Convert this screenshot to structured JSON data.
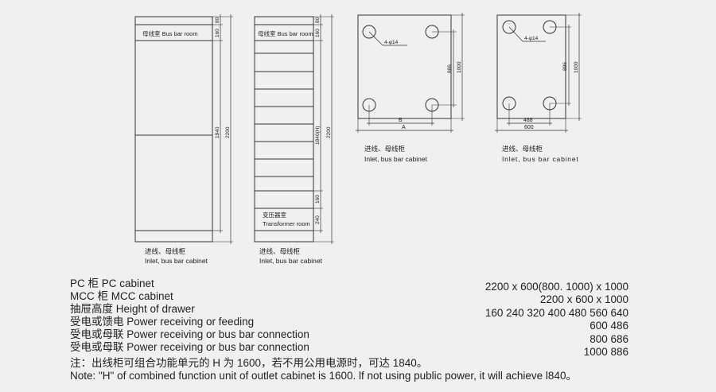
{
  "cabinet1": {
    "room_label": "母线室 Bus bar room",
    "dim_80": "80",
    "dim_160": "160",
    "dim_1840": "1840",
    "dim_2200": "2200",
    "caption_cn": "进线、母线柜",
    "caption_en": "Inlet, bus bar cabinet"
  },
  "cabinet2": {
    "room_label": "母线室 Bus bar room",
    "dim_80": "80",
    "dim_160a": "160",
    "dim_1840h": "1840(H)",
    "dim_2200": "2200",
    "dim_160b": "160",
    "dim_240": "240",
    "transformer_cn": "变压器室",
    "transformer_en": "Transformer room",
    "caption_cn": "进线、母线柜",
    "caption_en": "Inlet, bus bar cabinet"
  },
  "plan1": {
    "hole_label": "4-φ14",
    "dim_886": "886",
    "dim_1000": "1000",
    "dim_b": "B",
    "dim_a": "A",
    "caption_cn": "进线、母线柜",
    "caption_en": "Inlet, bus bar cabinet"
  },
  "plan2": {
    "hole_label": "4-φ14",
    "dim_886": "886",
    "dim_1000": "1000",
    "dim_488": "488",
    "dim_600": "600",
    "caption_cn": "进线、母线柜",
    "caption_en": "Inlet, bus bar cabinet"
  },
  "specs": {
    "left": [
      "PC 柜 PC cabinet",
      "MCC 柜 MCC cabinet",
      "抽屉高度 Height of drawer",
      "受电或馈电 Power receiving or feeding",
      "受电或母联 Power receiving or bus bar connection",
      "受电或母联 Power receiving or bus bar connection"
    ],
    "right": [
      "2200 x 600(800.  1000) x 1000",
      "2200 x 600 x 1000",
      "160 240 320 400 480 560   640",
      "600   486",
      "800   686",
      "1000   886"
    ],
    "note_cn": "注：出线柜可组合功能单元的 H 为 1600，若不用公用电源时，可达 1840。",
    "note_en": "Note:  \"H\"   of combined function unit of outlet cabinet is  1600.  lf not using public power,  it will achieve l840。"
  }
}
